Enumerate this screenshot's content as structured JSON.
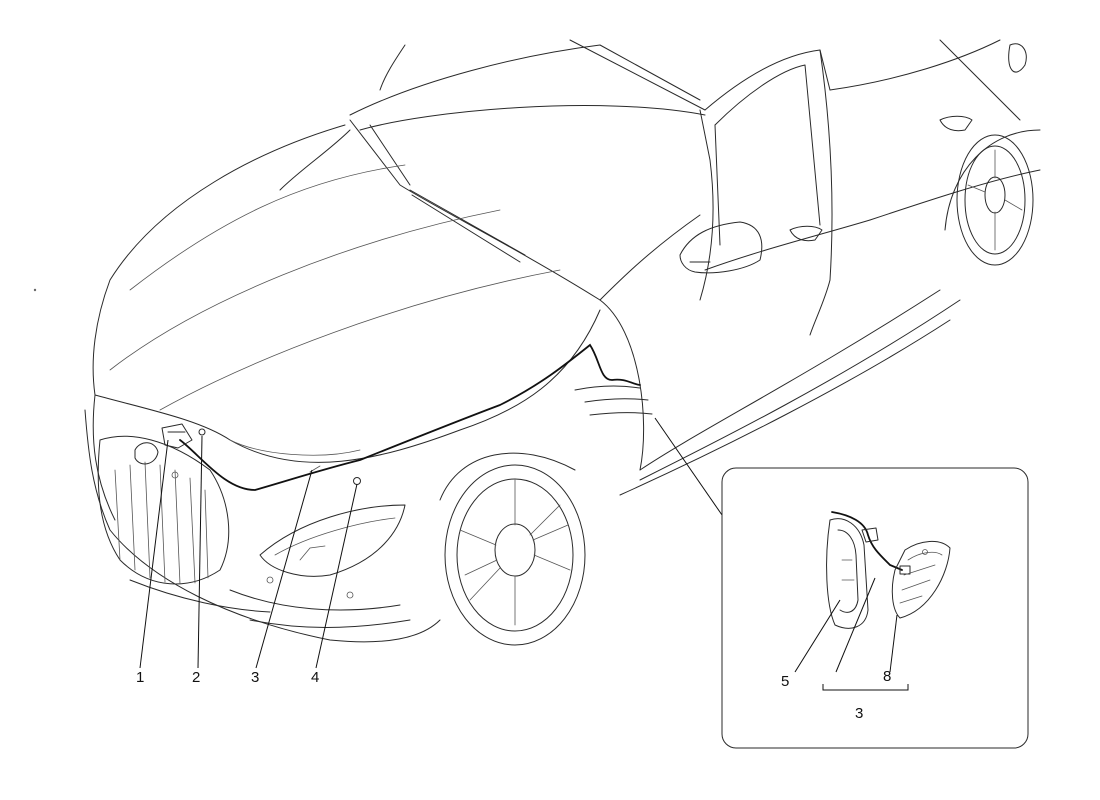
{
  "callouts": {
    "c1": "1",
    "c2": "2",
    "c3": "3",
    "c4": "4",
    "c5": "5",
    "c8": "8",
    "c3_group": "3"
  },
  "colors": {
    "line": "#2a2a2a",
    "background": "#ffffff"
  }
}
